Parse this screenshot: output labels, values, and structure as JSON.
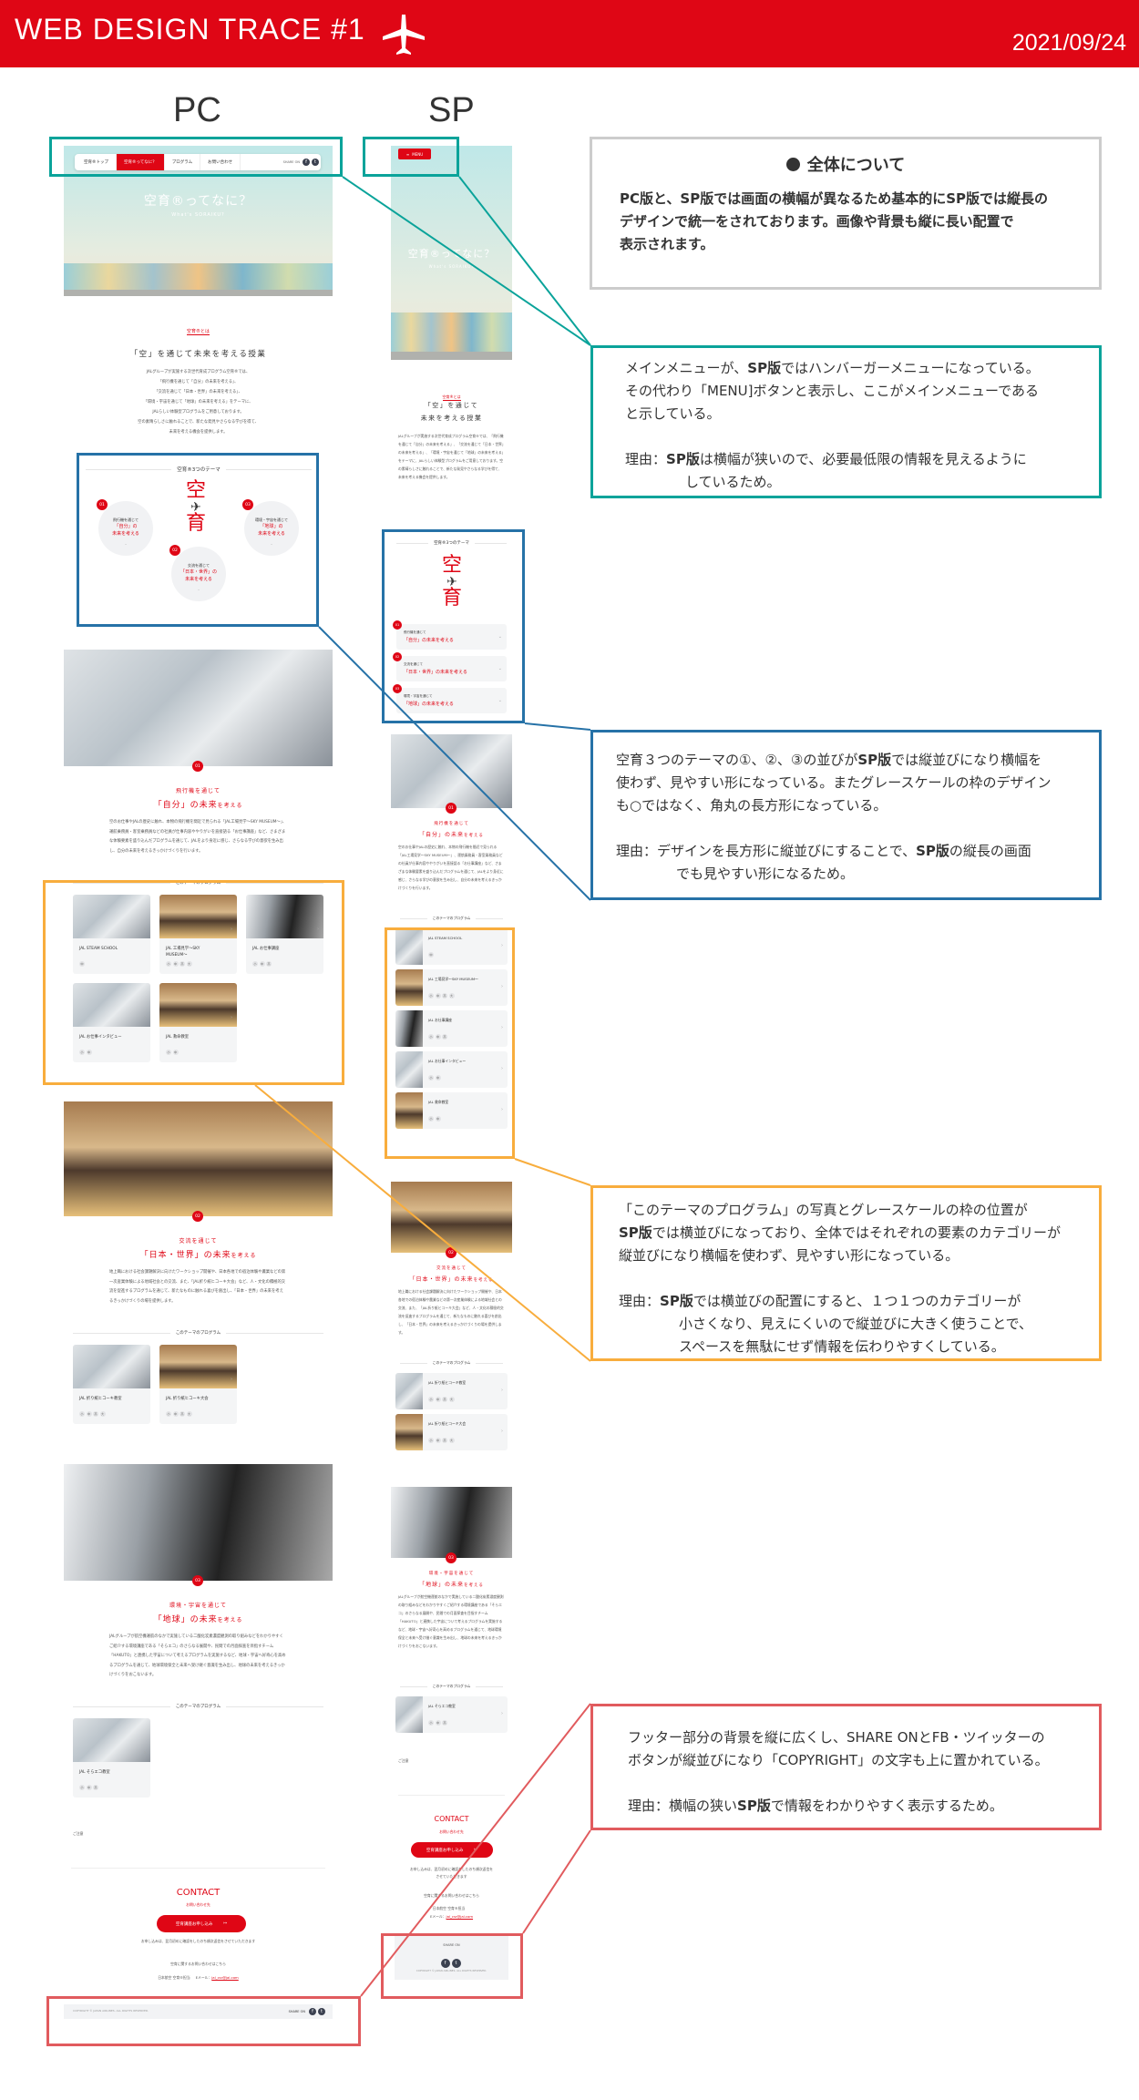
{
  "header": {
    "title": "WEB DESIGN TRACE  #1",
    "date": "2021/09/24",
    "icon": "airplane-icon"
  },
  "columns": {
    "pc": "PC",
    "sp": "SP"
  },
  "colors": {
    "brand": "#df0615",
    "teal": "#0aa39a",
    "blue": "#2672a7",
    "orange": "#f8ad3d",
    "red_note": "#e15b5e",
    "gray_note": "#cccccc"
  },
  "site": {
    "nav": {
      "items": [
        "空育®トップ",
        "空育®ってなに？",
        "プログラム",
        "お問い合わせ"
      ],
      "share": "SHARE ON",
      "menu": "MENU"
    },
    "hero": {
      "title": "空育®ってなに？",
      "subtitle": "What's SORAIKU?"
    },
    "about": {
      "label": "空育®とは",
      "heading": "「空」を通じて未来を考える授業",
      "heading_sp": [
        "「空」を通じて",
        "未来を考える授業"
      ],
      "lines": [
        "JALグループが実施する次世代育成プログラム空育®では、",
        "「飛行機を通じて「自分」の未来を考える」、",
        "「交流を通じて「日本・世界」の未来を考える」、",
        "「環境・宇宙を通じて「地球」の未来を考える」をテーマに、",
        "JALらしい体験型プログラムをご用意しております。",
        "空の素晴らしさに触れることで、新たな発見やさらなる学びを得て、",
        "未来を考える機会を提供します。"
      ]
    },
    "themes": {
      "title": "空育®3つのテーマ",
      "logo": [
        "空",
        "育"
      ],
      "items": [
        {
          "num": "01",
          "lead": "飛行機を通じて",
          "title": "「自分」の",
          "title2": "未来を考える"
        },
        {
          "num": "02",
          "lead": "交流を通じて",
          "title": "「日本・世界」の",
          "title2": "未来を考える"
        },
        {
          "num": "03",
          "lead": "環境・宇宙を通じて",
          "title": "「地球」の",
          "title2": "未来を考える"
        }
      ]
    },
    "programs_label": "このテーマのプログラム",
    "sections": [
      {
        "num": "01",
        "lead": "飛行機を通じて",
        "main": "「自分」の未来",
        "tail": "を考える",
        "text": "空のお仕事やJALの歴史に触れ、本物の飛行機を間近で見られる「JAL工場見学〜SKY MUSEUM〜」、運航乗務員・客室乗務員などの社員が仕事内容ややりがいを直接語る「お仕事講座」など、さまざまな体験要素を盛り込んだプログラムを通じて、JALをより身近に感じ、さらなる学びの意欲を生み出し、自分の未来を考えるきっかけづくりを行います。",
        "programs": [
          {
            "name": "JAL STEAM SCHOOL",
            "tags": [
              "中"
            ]
          },
          {
            "name": "JAL 工場見学〜SKY MUSEUM〜",
            "tags": [
              "小",
              "中",
              "高",
              "大"
            ]
          },
          {
            "name": "JAL お仕事講座",
            "tags": [
              "小",
              "中",
              "高"
            ]
          },
          {
            "name": "JAL お仕事インタビュー",
            "tags": [
              "小",
              "中"
            ]
          },
          {
            "name": "JAL 救命教室",
            "tags": [
              "小",
              "中"
            ]
          }
        ]
      },
      {
        "num": "02",
        "lead": "交流を通じて",
        "main": "「日本・世界」の未来",
        "tail": "を考える",
        "text": "地上職における社会課題解決に向けたワークショップ開催や、日本各地での宿泊体験や農業などの第一次産業体験による地域社会との交流、また、「JAL折り紙ヒコーキ大会」など、人・文化の積極的交流を促進するプログラムを通じて、新たなものに触れる喜びを創出し、「日本・世界」の未来を考えるきっかけづくりの場を提供します。",
        "programs": [
          {
            "name": "JAL 折り紙ヒコーキ教室",
            "tags": [
              "小",
              "中",
              "高",
              "大"
            ]
          },
          {
            "name": "JAL 折り紙ヒコーキ大会",
            "tags": [
              "小",
              "中",
              "高",
              "大"
            ]
          }
        ]
      },
      {
        "num": "03",
        "lead": "環境・宇宙を通じて",
        "main": "「地球」の未来",
        "tail": "を考える",
        "text": "JALグループが航空機運航のなかで実施している二酸化炭素濃度観測の取り組みなどをわかりやすくご紹介する環境講座である「そらエコ」のさらなる展開や、民間での月面探査を目指すチーム「HAKUTO」と連携した宇宙について考えるプログラムを実施するなど、地球・宇宙へ好奇心を高めるプログラムを通じて、地球環境保全と未来へ受け継ぐ意識を生み出し、地球の未来を考えるきっかけづくりをおこないます。",
        "programs": [
          {
            "name": "JAL そらエコ教室",
            "tags": [
              "小",
              "中",
              "高"
            ]
          }
        ]
      }
    ],
    "notes": "ご注意",
    "contact": {
      "title": "CONTACT",
      "subtitle": "お問い合わせ先",
      "button": "空育講座お申し込み",
      "note": "お申し込みは、翌月初めに確認をしたのち順次返信をさせていただきます",
      "inquiry": "空育に関するお問い合わせはこちら",
      "dept": "日本航空 空育®担当",
      "email_label": "Eメール：",
      "email": "jal_csr@jal.com"
    },
    "footer": {
      "copyright": "COPYRIGHT © JAPAN AIRLINES. ALL RIGHTS RESERVED.",
      "share": "SHARE ON"
    }
  },
  "annotations": [
    {
      "title": "全体について",
      "bold": true,
      "lines": [
        {
          "s": [
            [
              "PC版と、SP版では画面の横幅が異なるため基本的にSP版では縦長の",
              1
            ]
          ]
        },
        {
          "s": [
            [
              "デザインで統一をされております。画像や背景も縦に長い配置で",
              1
            ]
          ]
        },
        {
          "s": [
            [
              "表示されます。",
              1
            ]
          ]
        }
      ]
    },
    {
      "lines": [
        {
          "s": [
            [
              "メインメニューが、",
              0
            ],
            [
              "SP版",
              1
            ],
            [
              "ではハンバーガーメニューになっている。",
              0
            ]
          ]
        },
        {
          "s": [
            [
              "その代わり「MENU]ボタンと表示し、ここがメインメニューである",
              0
            ]
          ]
        },
        {
          "s": [
            [
              "と示している。",
              0
            ]
          ]
        },
        {
          "s": []
        },
        {
          "s": [
            [
              "理由：",
              0
            ],
            [
              "SP版",
              1
            ],
            [
              "は横幅が狭いので、必要最低限の情報を見えるように",
              0
            ]
          ]
        },
        {
          "s": [
            [
              "しているため。",
              0
            ]
          ],
          "i": 1
        }
      ]
    },
    {
      "lines": [
        {
          "s": [
            [
              "空育３つのテーマの①、②、③の並びが",
              0
            ],
            [
              "SP版",
              1
            ],
            [
              "では縦並びになり横幅を",
              0
            ]
          ]
        },
        {
          "s": [
            [
              "使わず、見やすい形になっている。またグレースケールの枠のデザイン",
              0
            ]
          ]
        },
        {
          "s": [
            [
              "も○ではなく、角丸の長方形になっている。",
              0
            ]
          ]
        },
        {
          "s": []
        },
        {
          "s": [
            [
              "理由：デザインを長方形に縦並びにすることで、",
              0
            ],
            [
              "SP版",
              1
            ],
            [
              "の縦長の画面",
              0
            ]
          ]
        },
        {
          "s": [
            [
              "でも見やすい形になるため。",
              0
            ]
          ],
          "i": 1
        }
      ]
    },
    {
      "lines": [
        {
          "s": [
            [
              "「このテーマのプログラム」の写真とグレースケールの枠の位置が",
              0
            ]
          ]
        },
        {
          "s": [
            [
              "SP版",
              1
            ],
            [
              "では横並びになっており、全体ではそれぞれの要素のカテゴリーが",
              0
            ]
          ]
        },
        {
          "s": [
            [
              "縦並びになり横幅を使わず、見やすい形になっている。",
              0
            ]
          ]
        },
        {
          "s": []
        },
        {
          "s": [
            [
              "理由：",
              0
            ],
            [
              "SP版",
              1
            ],
            [
              "では横並びの配置にすると、１つ１つのカテゴリーが",
              0
            ]
          ]
        },
        {
          "s": [
            [
              "小さくなり、見えにくいので縦並びに大きく使うことで、",
              0
            ]
          ],
          "i": 1
        },
        {
          "s": [
            [
              "スペースを無駄にせず情報を伝わりやすくしている。",
              0
            ]
          ],
          "i": 1
        }
      ]
    },
    {
      "lines": [
        {
          "s": [
            [
              "フッター部分の背景を縦に広くし、SHARE ONとFB・ツイッターの",
              0
            ]
          ]
        },
        {
          "s": [
            [
              "ボタンが縦並びになり「COPYRIGHT」の文字も上に置かれている。",
              0
            ]
          ]
        },
        {
          "s": []
        },
        {
          "s": [
            [
              "理由：横幅の狭い",
              0
            ],
            [
              "SP版",
              1
            ],
            [
              "で情報をわかりやすく表示するため。",
              0
            ]
          ]
        }
      ]
    }
  ]
}
